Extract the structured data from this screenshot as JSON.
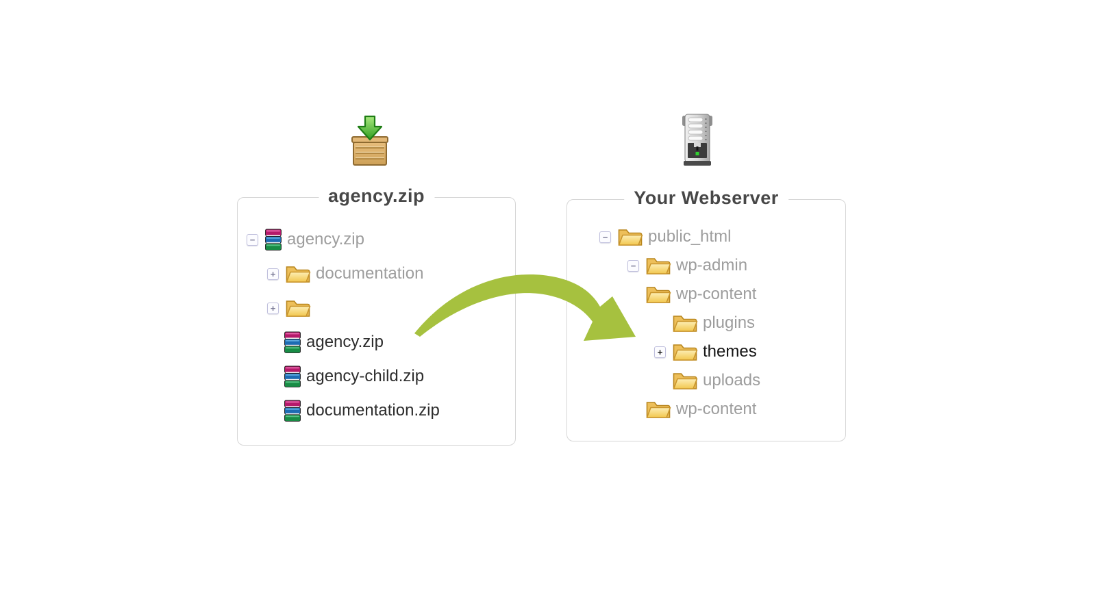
{
  "source": {
    "title": "agency.zip",
    "icon": "download-box-icon",
    "tree": [
      {
        "label": "agency.zip",
        "icon": "rar-archive-icon",
        "expander": "minus",
        "level": 0,
        "muted": true,
        "emphasis": false
      },
      {
        "label": "documentation",
        "icon": "open-folder-icon",
        "expander": "plus",
        "level": 1,
        "muted": true,
        "emphasis": false
      },
      {
        "label": "",
        "icon": "open-folder-icon",
        "expander": "plus",
        "level": 1,
        "muted": true,
        "emphasis": false
      },
      {
        "label": "agency.zip",
        "icon": "rar-archive-icon",
        "expander": "none",
        "level": 2,
        "muted": false,
        "emphasis": false
      },
      {
        "label": "agency-child.zip",
        "icon": "rar-archive-icon",
        "expander": "none",
        "level": 2,
        "muted": false,
        "emphasis": false
      },
      {
        "label": "documentation.zip",
        "icon": "rar-archive-icon",
        "expander": "none",
        "level": 2,
        "muted": false,
        "emphasis": false
      }
    ]
  },
  "webserver": {
    "title": "Your Webserver",
    "icon": "server-tower-icon",
    "tree": [
      {
        "label": "public_html",
        "icon": "open-folder-icon",
        "expander": "minus",
        "level": 0,
        "muted": true,
        "emphasis": false
      },
      {
        "label": "wp-admin",
        "icon": "open-folder-icon",
        "expander": "minus",
        "level": 1,
        "muted": true,
        "emphasis": false
      },
      {
        "label": "wp-content",
        "icon": "open-folder-icon",
        "expander": "none",
        "level": 1,
        "muted": true,
        "emphasis": false
      },
      {
        "label": "plugins",
        "icon": "open-folder-icon",
        "expander": "none",
        "level": 2,
        "muted": true,
        "emphasis": false
      },
      {
        "label": "themes",
        "icon": "open-folder-icon",
        "expander": "plus",
        "level": 2,
        "muted": false,
        "emphasis": true
      },
      {
        "label": "uploads",
        "icon": "open-folder-icon",
        "expander": "none",
        "level": 2,
        "muted": true,
        "emphasis": false
      },
      {
        "label": "wp-content",
        "icon": "open-folder-icon",
        "expander": "none",
        "level": 1,
        "muted": true,
        "emphasis": false
      }
    ]
  },
  "arrow": {
    "meaning": "copy zip contents into themes folder",
    "color": "#a6c13f"
  },
  "expander_glyphs": {
    "minus": "−",
    "plus": "+"
  },
  "colors": {
    "panel_border": "#d6d6d6",
    "title_text": "#474747",
    "muted_text": "#9d9d9d",
    "strong_text": "#2d2d2d",
    "folder_gold": "#f5ce55",
    "folder_outline": "#c2912a",
    "expander_border": "#c0c0dd",
    "arrow_green": "#a6c13f"
  }
}
